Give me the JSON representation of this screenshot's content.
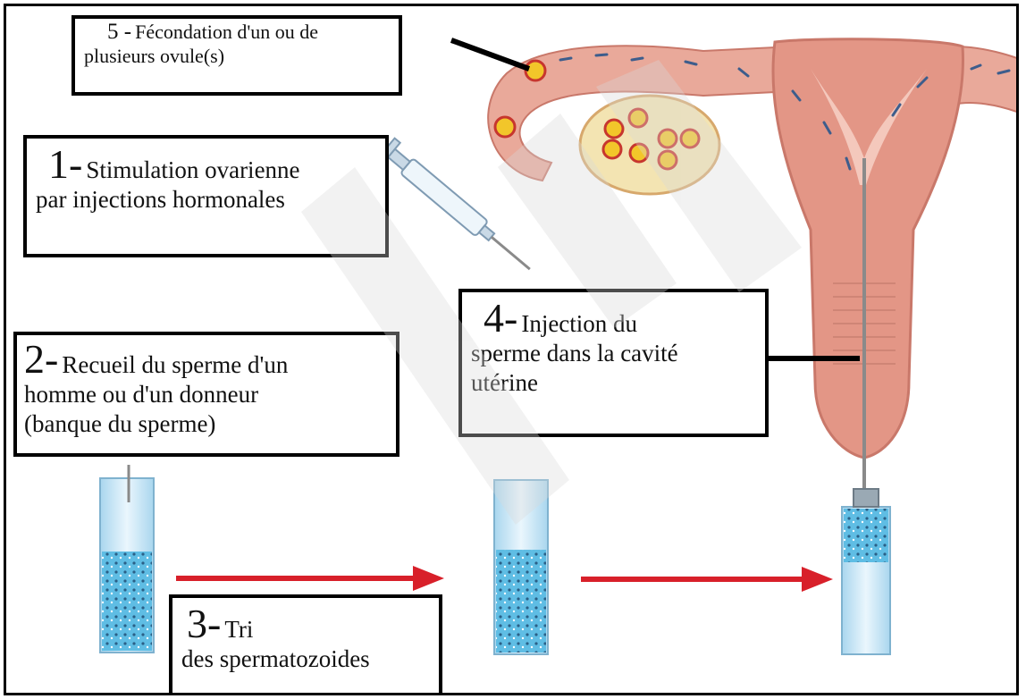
{
  "labels": {
    "step5": {
      "number": "5 -",
      "text_line1": "Fécondation d'un ou de",
      "text_line2": "plusieurs ovule(s)"
    },
    "step1": {
      "number": "1-",
      "text_line1": "Stimulation ovarienne",
      "text_line2": "par injections hormonales"
    },
    "step2": {
      "number": "2-",
      "text_line1": "Recueil du sperme d'un",
      "text_line2": "homme ou d'un donneur",
      "text_line3": "(banque du sperme)"
    },
    "step3": {
      "number": "3-",
      "text_line1": "Tri",
      "text_line2": "des spermatozoides"
    },
    "step4": {
      "number": "4-",
      "text_line1": "Injection du",
      "text_line2": "sperme dans la cavité",
      "text_line3": "utérine"
    }
  },
  "colors": {
    "uterus": "#e9a99a",
    "uterus_dark": "#d07c6c",
    "arrow": "#d8202a",
    "tube_liquid": "#4db3df",
    "ovule": "#f2c62a",
    "watermark": "#e6e6e6"
  },
  "icons": {
    "syringe": "syringe-icon",
    "test_tube": "test-tube-icon",
    "uterus": "uterus-illustration"
  }
}
